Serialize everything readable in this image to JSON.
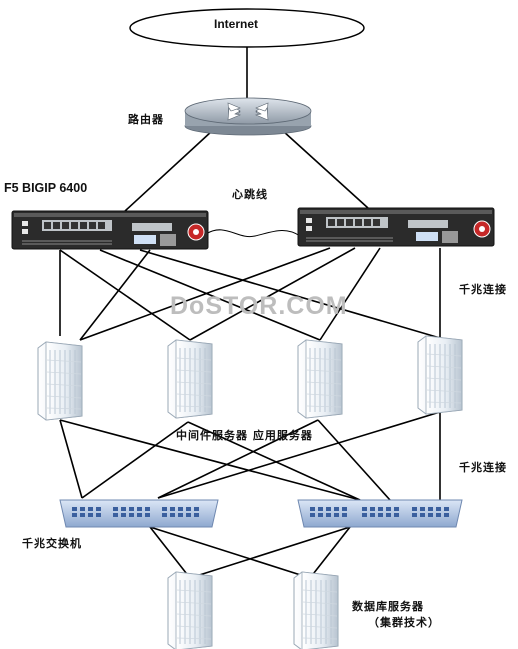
{
  "labels": {
    "internet": "Internet",
    "router": "路由器",
    "f5_model": "F5 BIGIP 6400",
    "heartbeat": "心跳线",
    "gigabit_link_upper": "千兆连接",
    "gigabit_link_lower": "千兆连接",
    "middleware_servers": "中间件服务器 应用服务器",
    "gigabit_switch": "千兆交换机",
    "db_servers": "数据库服务器",
    "cluster_tech": "（集群技术）"
  },
  "watermark": "DoSTOR.COM",
  "icons": {
    "cloud": "internet-cloud-icon",
    "router": "router-icon",
    "load_balancer": "f5-load-balancer-icon",
    "server": "server-tower-icon",
    "switch": "network-switch-icon"
  },
  "colors": {
    "line": "#000000",
    "router_body": "#b9c2cc",
    "switch_body": "#b3c6e6",
    "server_body": "#e6ecf2",
    "f5_body": "#2b2b2b"
  }
}
